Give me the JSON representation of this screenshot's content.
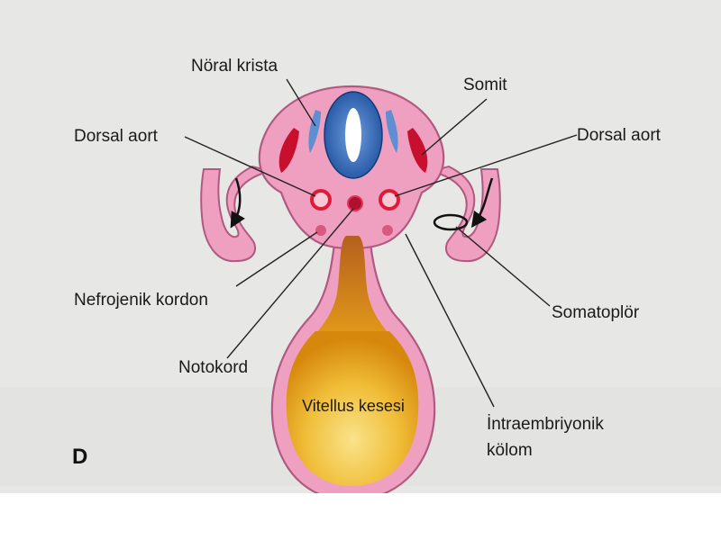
{
  "panel_letter": "D",
  "labels": {
    "noral_krista": "Nöral krista",
    "somit": "Somit",
    "dorsal_aort_left": "Dorsal aort",
    "dorsal_aort_right": "Dorsal aort",
    "nefrojenik_kordon": "Nefrojenik kordon",
    "somatoplor": "Somatoplör",
    "notokord": "Notokord",
    "vitellus_kesesi": "Vitellus kesesi",
    "intraembriyonik_line1": "İntraembriyonik",
    "intraembriyonik_line2": "kölom"
  },
  "colors": {
    "background": "#e7e7e5",
    "embryo_pink": "#ef9fc0",
    "embryo_outline": "#b05a80",
    "neural_tube_blue": "#1c55a6",
    "neural_crest_blue": "#5f8fd0",
    "somite_red": "#c8102e",
    "yolk_orange": "#e9a012",
    "yolk_yellow": "#f7dc7a",
    "notochord_red": "#b01030"
  }
}
